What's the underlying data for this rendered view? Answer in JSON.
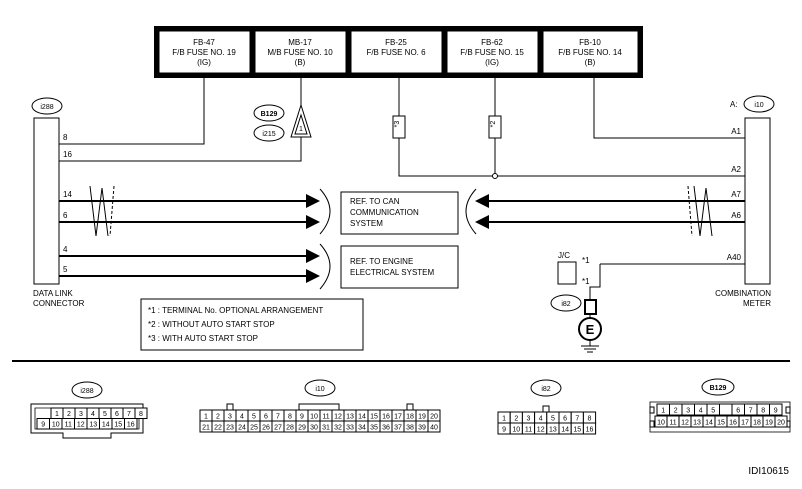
{
  "fuses": [
    {
      "name": "FB-47",
      "desc": "F/B FUSE NO. 19",
      "supply": "(IG)"
    },
    {
      "name": "MB-17",
      "desc": "M/B FUSE NO. 10",
      "supply": "(B)"
    },
    {
      "name": "FB-25",
      "desc": "F/B FUSE NO. 6",
      "supply": ""
    },
    {
      "name": "FB-62",
      "desc": "F/B FUSE NO. 15",
      "supply": "(IG)"
    },
    {
      "name": "FB-10",
      "desc": "F/B FUSE NO. 14",
      "supply": "(B)"
    }
  ],
  "connectors": {
    "i288": "i288",
    "b129": "B129",
    "i215": "i215",
    "a_prefix": "A:",
    "i10": "i10",
    "jc": "J/C",
    "i82": "i82"
  },
  "pins_left": {
    "p8": "8",
    "p16": "16",
    "p14": "14",
    "p6": "6",
    "p4": "4",
    "p5": "5"
  },
  "pins_right": {
    "a1": "A1",
    "a2": "A2",
    "a7": "A7",
    "a6": "A6",
    "a40": "A40"
  },
  "marks": {
    "m1": "*1",
    "m2": "*2",
    "m3": "*3",
    "jc1": "*1",
    "jc2": "*1",
    "tri": "1"
  },
  "refs": {
    "can": [
      "REF. TO CAN",
      "COMMUNICATION",
      "SYSTEM"
    ],
    "engine": [
      "REF. TO ENGINE",
      "ELECTRICAL SYSTEM"
    ]
  },
  "labels": {
    "dlc": [
      "DATA LINK",
      "CONNECTOR"
    ],
    "meter": [
      "COMBINATION",
      "METER"
    ],
    "ground": "E"
  },
  "notes": [
    "*1 : TERMINAL No. OPTIONAL ARRANGEMENT",
    "*2 : WITHOUT AUTO START STOP",
    "*3 : WITH AUTO START STOP"
  ],
  "bottom": {
    "i288_name": "i288",
    "i288_r1": [
      "1",
      "2",
      "3",
      "4",
      "5",
      "6",
      "7",
      "8"
    ],
    "i288_r2": [
      "9",
      "10",
      "11",
      "12",
      "13",
      "14",
      "15",
      "16"
    ],
    "i10_name": "i10",
    "i10_r1": [
      "1",
      "2",
      "3",
      "4",
      "5",
      "6",
      "7",
      "8",
      "9",
      "10",
      "11",
      "12",
      "13",
      "14",
      "15",
      "16",
      "17",
      "18",
      "19",
      "20"
    ],
    "i10_r2": [
      "21",
      "22",
      "23",
      "24",
      "25",
      "26",
      "27",
      "28",
      "29",
      "30",
      "31",
      "32",
      "33",
      "34",
      "35",
      "36",
      "37",
      "38",
      "39",
      "40"
    ],
    "i82_name": "i82",
    "i82_r1": [
      "1",
      "2",
      "3",
      "4",
      "5",
      "6",
      "7",
      "8"
    ],
    "i82_r2": [
      "9",
      "10",
      "11",
      "12",
      "13",
      "14",
      "15",
      "16"
    ],
    "b129_name": "B129",
    "b129_r1": [
      "1",
      "2",
      "3",
      "4",
      "5",
      "",
      "6",
      "7",
      "8",
      "9"
    ],
    "b129_r2": [
      "10",
      "11",
      "12",
      "13",
      "14",
      "15",
      "16",
      "17",
      "18",
      "19",
      "20"
    ]
  },
  "figure_id": "IDI10615"
}
